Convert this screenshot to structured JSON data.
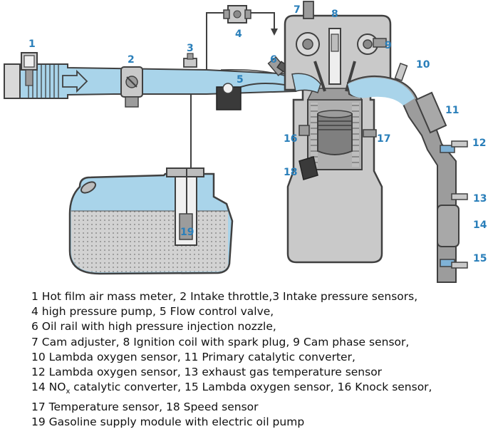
{
  "diagram": {
    "colors": {
      "air": "#a9d4ea",
      "engine": "#c9c9c9",
      "engine_dark": "#9c9c9c",
      "outline": "#404040",
      "oil": "#d2d2d2",
      "label": "#2a7fba"
    },
    "labels": {
      "n1": "1",
      "n2": "2",
      "n3": "3",
      "n4": "4",
      "n5": "5",
      "n6": "6",
      "n7": "7",
      "n8": "8",
      "n9": "9",
      "n10": "10",
      "n11": "11",
      "n12": "12",
      "n13": "13",
      "n14": "14",
      "n15": "15",
      "n16": "16",
      "n17": "17",
      "n18": "18",
      "n19": "19"
    }
  },
  "caption": {
    "line1": "1 Hot film air mass meter, 2 Intake throttle,3 Intake pressure sensors,",
    "line2": "4 high pressure pump, 5 Flow control valve,",
    "line3": "6 Oil rail with high pressure injection nozzle,",
    "line4": "7 Cam adjuster, 8 Ignition coil with spark plug, 9 Cam phase sensor,",
    "line5": "10 Lambda oxygen sensor, 11 Primary catalytic converter,",
    "line6": "12 Lambda oxygen sensor, 13 exhaust gas temperature sensor",
    "line7_a": "14 NO",
    "line7_sub": "x",
    "line7_b": " catalytic converter, 15 Lambda oxygen sensor, 16 Knock sensor,",
    "line8": "17 Temperature sensor, 18 Speed sensor",
    "line9": "19 Gasoline supply module with electric oil pump"
  }
}
